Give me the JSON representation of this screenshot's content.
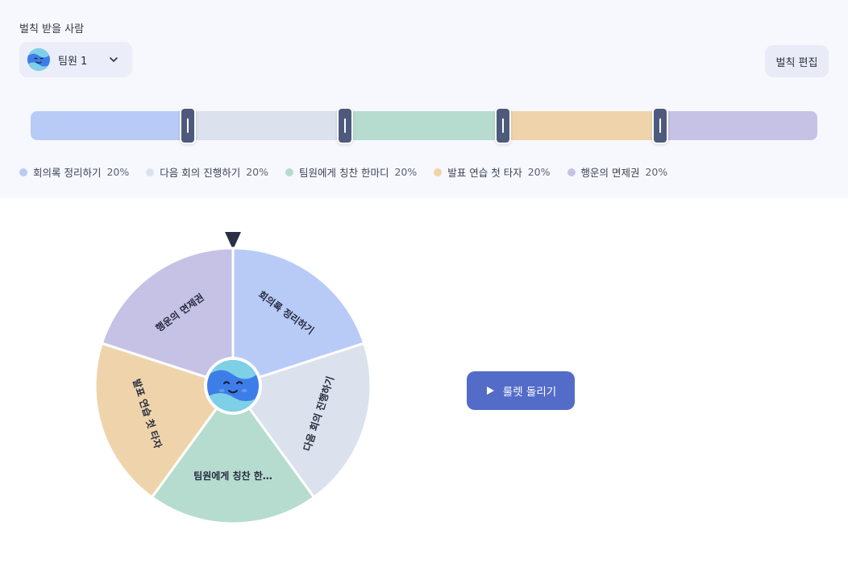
{
  "header": {
    "target_label": "벌칙 받을 사람",
    "selected_person": "팀원 1",
    "edit_label": "벌칙 편집"
  },
  "penalties": [
    {
      "name": "회의록 정리하기",
      "short": "회의록 정리하기",
      "percent": 20,
      "percent_label": "20%",
      "color": "#b8cbf7"
    },
    {
      "name": "다음 회의 진행하기",
      "short": "다음 회의 진행하기",
      "percent": 20,
      "percent_label": "20%",
      "color": "#dbe2ed"
    },
    {
      "name": "팀원에게 칭찬 한마디",
      "short": "팀원에게 칭찬 한…",
      "percent": 20,
      "percent_label": "20%",
      "color": "#b6dccf"
    },
    {
      "name": "발표 연습 첫 타자",
      "short": "발표 연습 첫 타자",
      "percent": 20,
      "percent_label": "20%",
      "color": "#efd4ab"
    },
    {
      "name": "행운의 면제권",
      "short": "행운의 면제권",
      "percent": 20,
      "percent_label": "20%",
      "color": "#c6c2e6"
    }
  ],
  "spin": {
    "label": "룰렛 돌리기"
  },
  "icons": {
    "person_avatar": "smiling-wave-face-icon",
    "chevron": "chevron-down-icon",
    "pointer": "triangle-pointer-icon",
    "play": "play-icon"
  }
}
